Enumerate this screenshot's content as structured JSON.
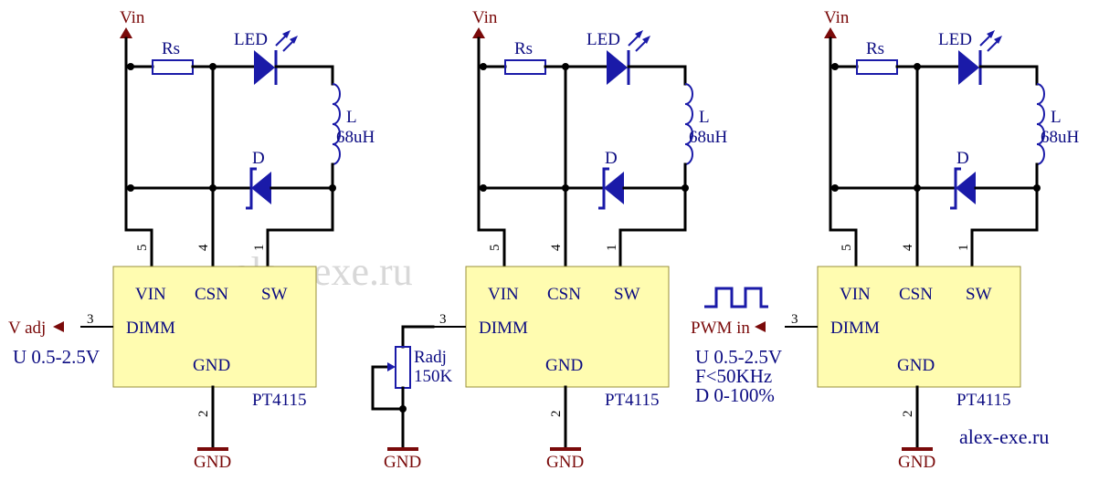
{
  "labels": {
    "vin": "Vin",
    "rs": "Rs",
    "led": "LED",
    "l": "L",
    "l_value": "68uH",
    "d": "D",
    "pin_vin": "VIN",
    "pin_csn": "CSN",
    "pin_sw": "SW",
    "pin_dimm": "DIMM",
    "pin_gnd": "GND",
    "chip": "PT4115",
    "gnd": "GND",
    "num1": "1",
    "num2": "2",
    "num3": "3",
    "num4": "4",
    "num5": "5"
  },
  "circuit1": {
    "input_label": "V adj",
    "note": "U 0.5-2.5V"
  },
  "circuit2": {
    "pot_name": "Radj",
    "pot_value": "150K"
  },
  "circuit3": {
    "input_label": "PWM in",
    "note1": "U 0.5-2.5V",
    "note2": "F<50KHz",
    "note3": "D 0-100%"
  },
  "watermark": "alex-exe.ru",
  "site": "alex-exe.ru",
  "colors": {
    "wire": "#000000",
    "component": "#1a1aa8",
    "label": "#0b0b82",
    "power_label": "#7a0a0a",
    "chip_fill": "#fffcb0"
  }
}
